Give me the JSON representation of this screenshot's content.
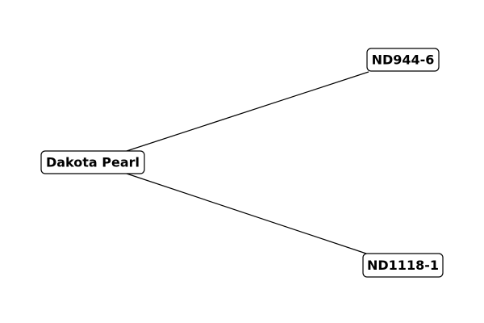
{
  "diagram": {
    "type": "tree",
    "nodes": [
      {
        "id": "dakota",
        "label": "Dakota Pearl"
      },
      {
        "id": "nd944",
        "label": "ND944-6"
      },
      {
        "id": "nd1118",
        "label": "ND1118-1"
      }
    ],
    "edges": [
      {
        "from": "dakota",
        "to": "nd944"
      },
      {
        "from": "dakota",
        "to": "nd1118"
      }
    ],
    "colors": {
      "line": "#000000",
      "node_fill": "#ffffff",
      "node_border": "#000000",
      "text": "#000000"
    }
  }
}
